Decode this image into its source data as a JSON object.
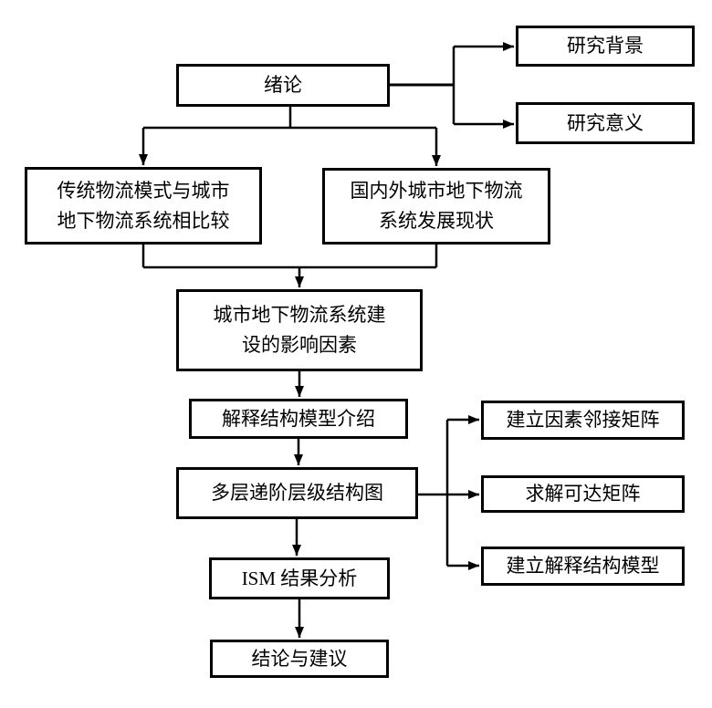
{
  "diagram": {
    "background_color": "#ffffff",
    "line_color": "#000000",
    "nodes": [
      {
        "id": "intro",
        "label": "绪论"
      },
      {
        "id": "research-background",
        "label": "研究背景"
      },
      {
        "id": "research-significance",
        "label": "研究意义"
      },
      {
        "id": "comparison",
        "label": "传统物流模式与城市\n地下物流系统相比较"
      },
      {
        "id": "development-status",
        "label": "国内外城市地下物流\n系统发展现状"
      },
      {
        "id": "influencing-factors",
        "label": "城市地下物流系统建\n设的影响因素"
      },
      {
        "id": "ism-introduction",
        "label": "解释结构模型介绍"
      },
      {
        "id": "hierarchy-diagram",
        "label": "多层递阶层级结构图"
      },
      {
        "id": "adjacency-matrix",
        "label": "建立因素邻接矩阵"
      },
      {
        "id": "reachability-matrix",
        "label": "求解可达矩阵"
      },
      {
        "id": "build-ism-model",
        "label": "建立解释结构模型"
      },
      {
        "id": "ism-result-analysis",
        "label": "ISM 结果分析"
      },
      {
        "id": "conclusion",
        "label": "结论与建议"
      }
    ],
    "edges": [
      {
        "from": "intro",
        "to": "research-background"
      },
      {
        "from": "intro",
        "to": "research-significance"
      },
      {
        "from": "intro",
        "to": "comparison"
      },
      {
        "from": "intro",
        "to": "development-status"
      },
      {
        "from": "comparison",
        "to": "influencing-factors"
      },
      {
        "from": "development-status",
        "to": "influencing-factors"
      },
      {
        "from": "influencing-factors",
        "to": "ism-introduction"
      },
      {
        "from": "ism-introduction",
        "to": "hierarchy-diagram"
      },
      {
        "from": "hierarchy-diagram",
        "to": "adjacency-matrix"
      },
      {
        "from": "hierarchy-diagram",
        "to": "reachability-matrix"
      },
      {
        "from": "hierarchy-diagram",
        "to": "build-ism-model"
      },
      {
        "from": "hierarchy-diagram",
        "to": "ism-result-analysis"
      },
      {
        "from": "ism-result-analysis",
        "to": "conclusion"
      }
    ]
  }
}
